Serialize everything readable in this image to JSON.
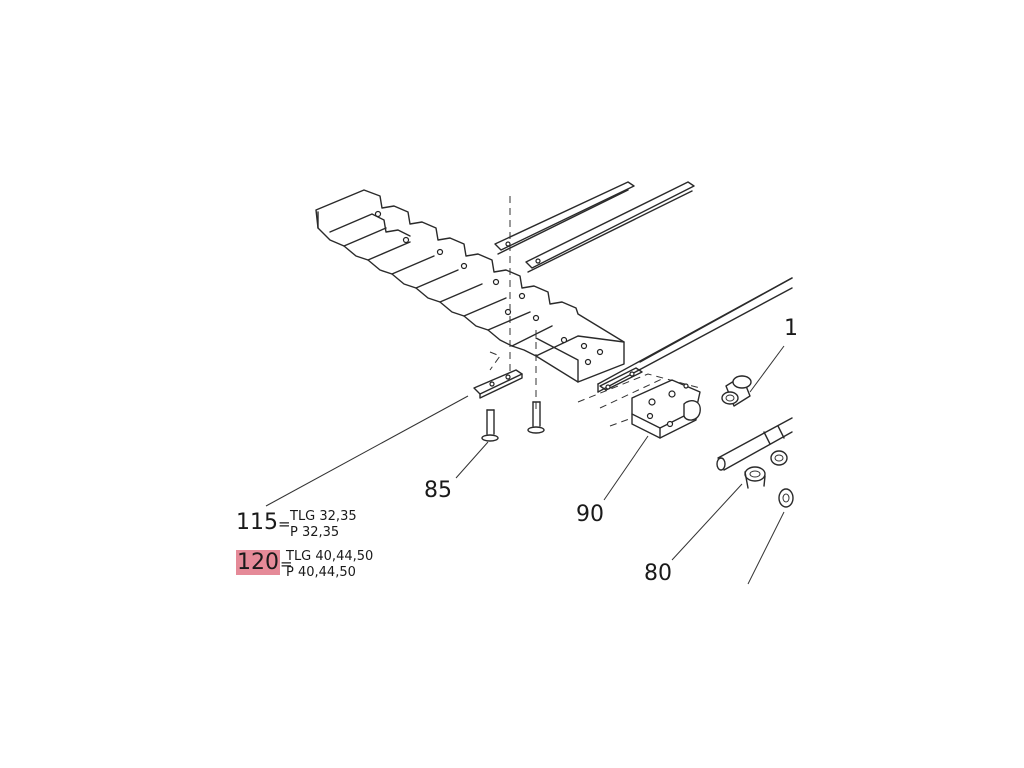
{
  "callouts": {
    "c85": "85",
    "c90": "90",
    "c80": "80",
    "c1": "1"
  },
  "legend": {
    "item115": {
      "num": "115",
      "eq": "=",
      "line1": "TLG  32,35",
      "line2": "P  32,35"
    },
    "item120": {
      "num": "120",
      "eq": "=",
      "line1": "TLG  40,44,50",
      "line2": "P  40,44,50",
      "highlight": "#e58a98"
    }
  }
}
